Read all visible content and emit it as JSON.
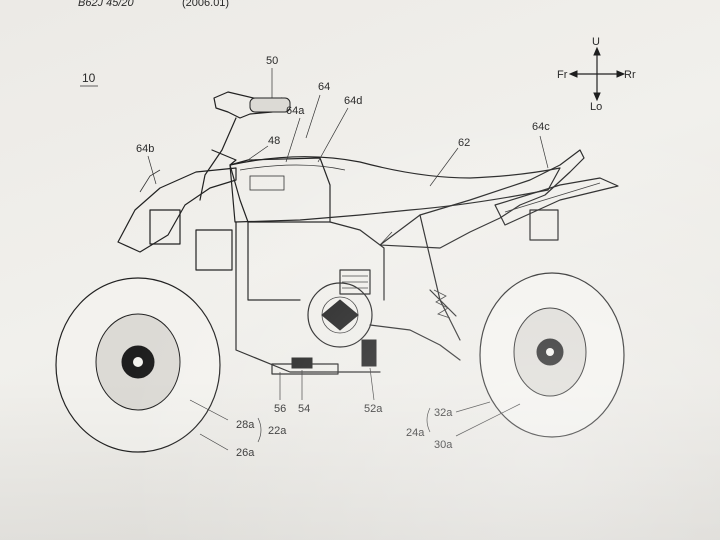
{
  "header": {
    "top_left": "B62J 45/20",
    "top_mid": "(2006.01)"
  },
  "figure_ref": "10",
  "compass": {
    "up": "U",
    "down": "Lo",
    "front": "Fr",
    "rear": "Rr"
  },
  "labels": {
    "l50": "50",
    "l64": "64",
    "l64a": "64a",
    "l64d": "64d",
    "l48": "48",
    "l64b": "64b",
    "l62": "62",
    "l64c": "64c",
    "l56": "56",
    "l54": "54",
    "l52a": "52a",
    "l28a": "28a",
    "l22a": "22a",
    "l26a": "26a",
    "l32a": "32a",
    "l24a": "24a",
    "l30a": "30a"
  }
}
